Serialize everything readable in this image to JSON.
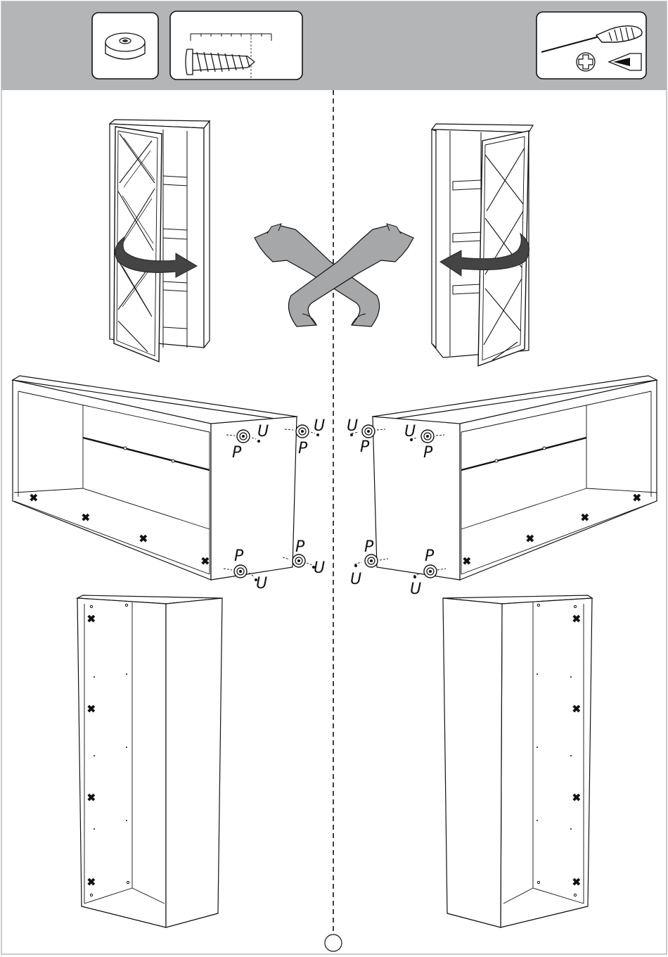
{
  "header": {
    "background": "#b4b5b7",
    "parts": [
      {
        "name": "foot-pad",
        "qty": ""
      },
      {
        "name": "screw",
        "qty": ""
      }
    ],
    "tools": [
      "phillips-screwdriver-icon",
      "phillips-bit-icon",
      "flat-bit-icon"
    ]
  },
  "steps": {
    "door_swap": {
      "correct": "right-hinge",
      "wrong": "left-hinge",
      "symbol": "crossed-arms-not-allowed"
    },
    "feet": {
      "left": [
        {
          "part": "P",
          "fastener": "U"
        },
        {
          "part": "P",
          "fastener": "U"
        },
        {
          "part": "P",
          "fastener": "U"
        },
        {
          "part": "P",
          "fastener": "U"
        }
      ],
      "right": [
        {
          "part": "P",
          "fastener": "U"
        },
        {
          "part": "P",
          "fastener": "U"
        },
        {
          "part": "P",
          "fastener": "U"
        },
        {
          "part": "P",
          "fastener": "U"
        }
      ]
    }
  },
  "page_number": ""
}
